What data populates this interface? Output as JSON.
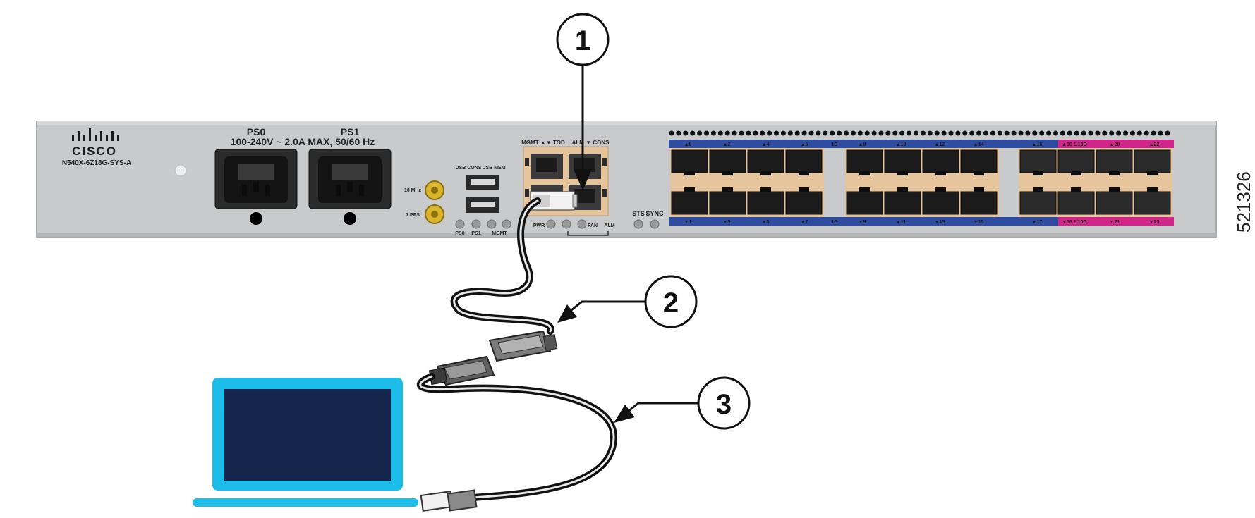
{
  "router": {
    "brand": "CISCO",
    "model": "N540X-6Z18G-SYS-A",
    "ps0_label": "PS0",
    "ps1_label": "PS1",
    "power_rating": "100-240V ~ 2.0A MAX, 50/60 Hz",
    "clk_10mhz": "10 MHz",
    "clk_1pps": "1 PPS",
    "usb_cons": "USB CONS",
    "usb_mem": "USB MEM",
    "led_ps0": "PS0",
    "led_ps1": "PS1",
    "led_mgmt": "MGMT",
    "mgmt_tod": "MGMT ▲▼ TOD",
    "alm_cons": "ALM ▼ CONS",
    "pwr": "PWR",
    "fan": "FAN",
    "alm": "ALM",
    "sts": "STS",
    "sync": "SYNC",
    "top_ports": [
      "▲0",
      "▲2",
      "▲4",
      "▲6",
      "1G",
      "▲8",
      "▲10",
      "▲12",
      "▲14",
      "▲16",
      "▲18 1/10G",
      "▲20",
      "▲22"
    ],
    "bottom_ports": [
      "▼1",
      "▼3",
      "▼5",
      "▼7",
      "1G",
      "▼9",
      "▼11",
      "▼13",
      "▼15",
      "▼17",
      "▼19 1/10G",
      "▼21",
      "▼23"
    ]
  },
  "callouts": [
    "1",
    "2",
    "3"
  ],
  "figure_id": "521326",
  "colors": {
    "chassis": "#c9cacb",
    "port_blue": "#2f4da0",
    "port_magenta": "#d2258c",
    "copper": "#e7c59c",
    "laptop_frame": "#1cbde8",
    "laptop_screen": "#15254b"
  }
}
